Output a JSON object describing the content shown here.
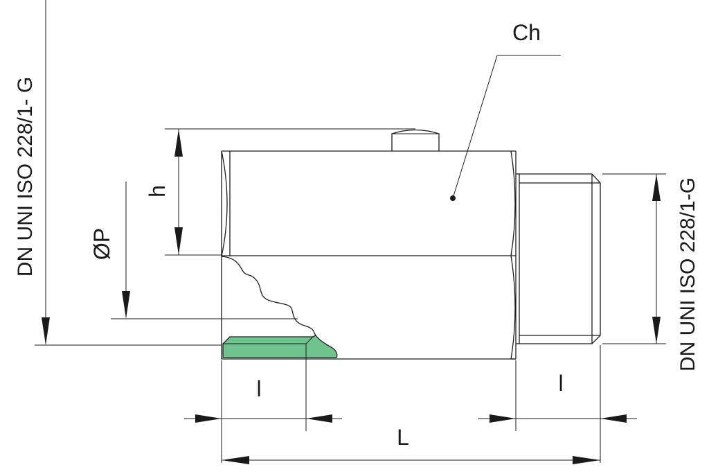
{
  "labels": {
    "thread_left": "DN  UNI ISO 228/1- G",
    "thread_right": "DN UNI ISO 228/1-G",
    "hex_wrench": "Ch",
    "height": "h",
    "pilot_diameter": "ØP",
    "thread_length_left": "l",
    "thread_length_right": "l",
    "overall_length": "L"
  },
  "colors": {
    "line": "#1a1a1a",
    "seal": "#6fc48e",
    "background": "#ffffff"
  }
}
